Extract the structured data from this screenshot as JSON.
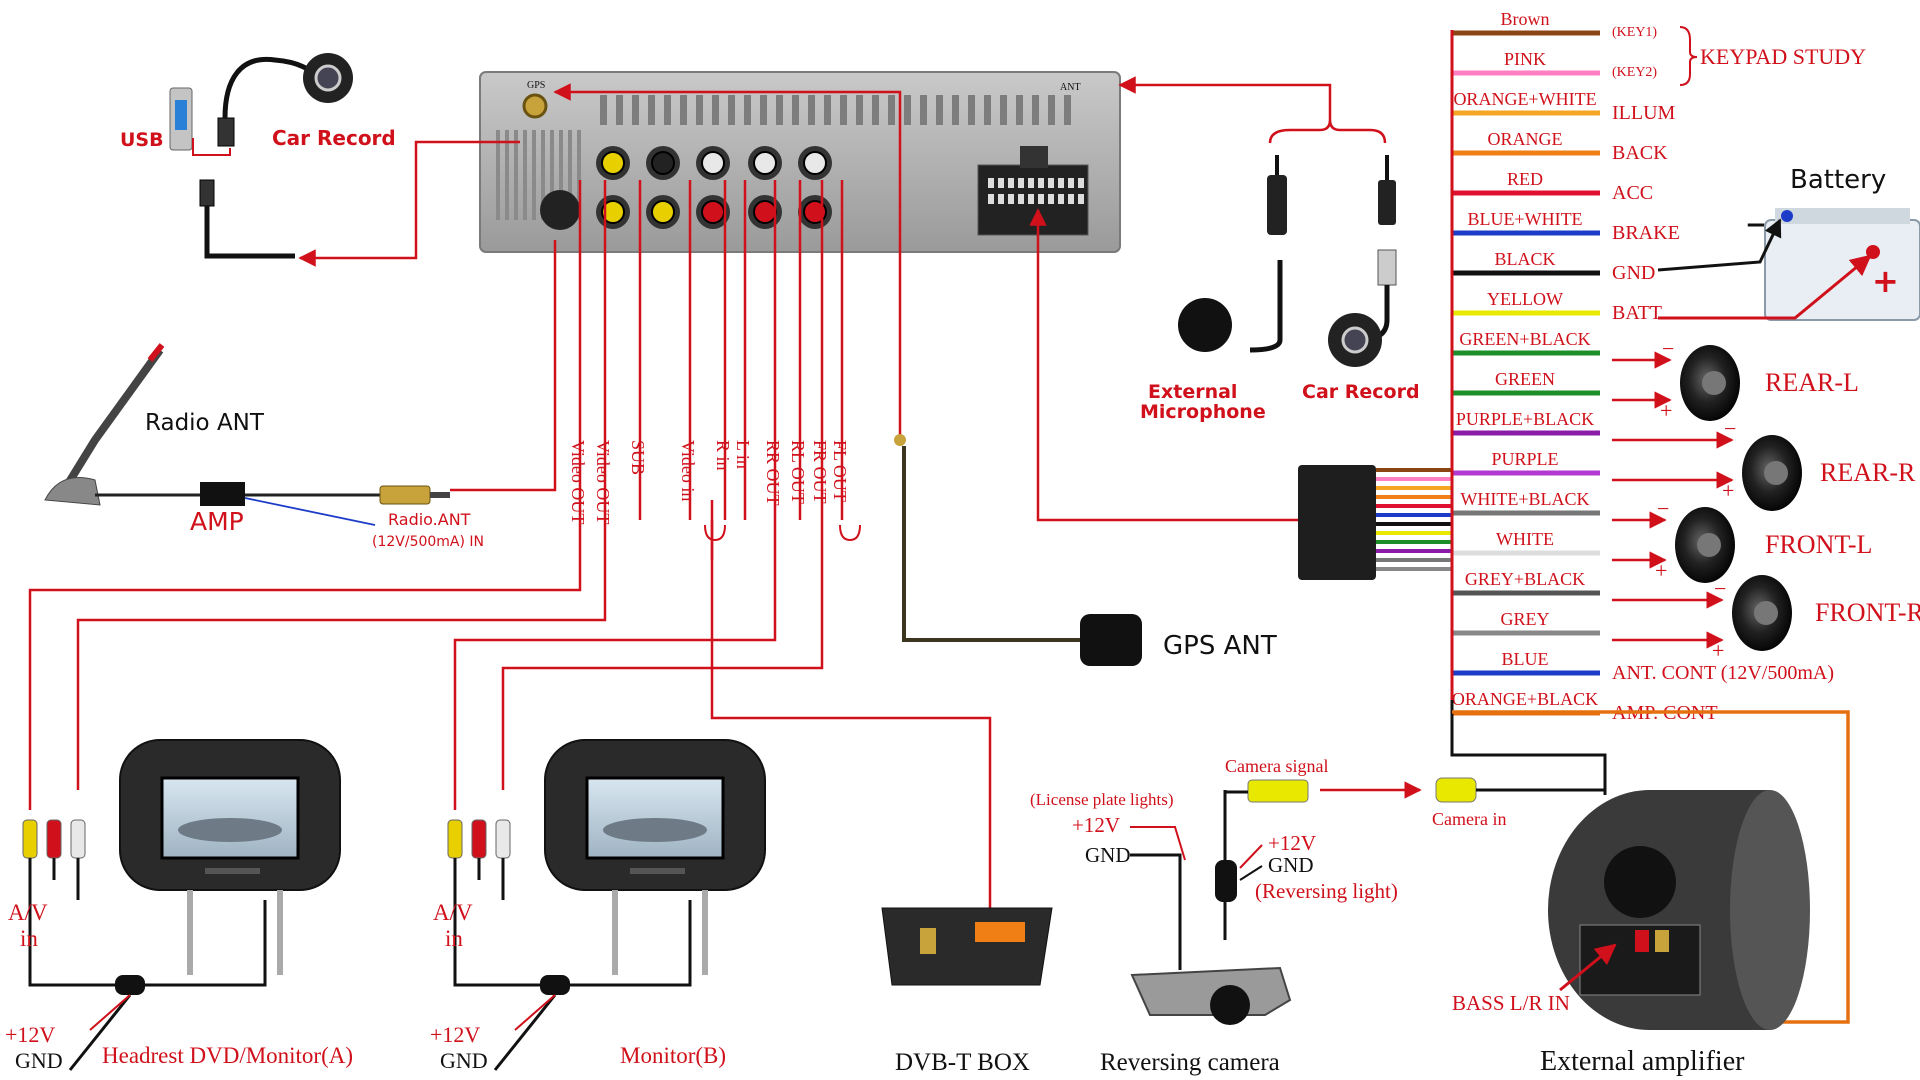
{
  "colors": {
    "accent_red": "#d0101a",
    "orange": "#e5700f",
    "black": "#111111"
  },
  "head_unit": {
    "label_gps": "GPS",
    "label_ant": "ANT",
    "rca_labels": [
      "Video OUT",
      "Video OUT",
      "SUB",
      "Video in",
      "R in",
      "L in",
      "RR OUT",
      "RL OUT",
      "FR OUT",
      "FL OUT"
    ]
  },
  "top_left": {
    "usb": "USB",
    "car_record": "Car Record"
  },
  "radio": {
    "radio_ant": "Radio ANT",
    "amp": "AMP",
    "radio_ant_in": "Radio.ANT",
    "radio_ant_in_spec": "(12V/500mA) IN"
  },
  "gps": {
    "label": "GPS ANT"
  },
  "mic": {
    "external_line1": "External",
    "external_line2": "Microphone",
    "car_record": "Car Record"
  },
  "harness": {
    "wires": [
      {
        "name": "Brown",
        "color": "#8b4513",
        "function": "(KEY1)"
      },
      {
        "name": "PINK",
        "color": "#ff7fc0",
        "function": "(KEY2)"
      },
      {
        "name": "ORANGE+WHITE",
        "color": "#f4a623",
        "function": "ILLUM"
      },
      {
        "name": "ORANGE",
        "color": "#f07f16",
        "function": "BACK"
      },
      {
        "name": "RED",
        "color": "#e01030",
        "function": "ACC"
      },
      {
        "name": "BLUE+WHITE",
        "color": "#1c3cc8",
        "function": "BRAKE"
      },
      {
        "name": "BLACK",
        "color": "#111111",
        "function": "GND"
      },
      {
        "name": "YELLOW",
        "color": "#e8e800",
        "function": "BATT"
      },
      {
        "name": "GREEN+BLACK",
        "color": "#1c8f2a",
        "function": ""
      },
      {
        "name": "GREEN",
        "color": "#1c8f2a",
        "function": ""
      },
      {
        "name": "PURPLE+BLACK",
        "color": "#8a1ca8",
        "function": ""
      },
      {
        "name": "PURPLE",
        "color": "#b13ad0",
        "function": ""
      },
      {
        "name": "WHITE+BLACK",
        "color": "#777777",
        "function": ""
      },
      {
        "name": "WHITE",
        "color": "#dddddd",
        "function": ""
      },
      {
        "name": "GREY+BLACK",
        "color": "#555555",
        "function": ""
      },
      {
        "name": "GREY",
        "color": "#888888",
        "function": ""
      },
      {
        "name": "BLUE",
        "color": "#1c3cc8",
        "function": "ANT. CONT (12V/500mA)"
      },
      {
        "name": "ORANGE+BLACK",
        "color": "#e5700f",
        "function": "AMP. CONT"
      }
    ],
    "keypad_study": "KEYPAD STUDY",
    "battery": "Battery",
    "minus": "−",
    "plus": "+",
    "speakers": [
      "REAR-L",
      "REAR-R",
      "FRONT-L",
      "FRONT-R"
    ]
  },
  "monitors": {
    "av_in_a": "A/V",
    "av_in_b": "in",
    "plus12": "+12V",
    "gnd": "GND",
    "label_a": "Headrest DVD/Monitor(A)",
    "label_b": "Monitor(B)"
  },
  "dvbt": {
    "label": "DVB-T  BOX"
  },
  "camera": {
    "license_plate": "(License plate lights)",
    "plus12": "+12V",
    "gnd": "GND",
    "camera_signal": "Camera signal",
    "plus12_b": "+12V",
    "gnd_b": "GND",
    "reversing_light": "(Reversing light)",
    "label": "Reversing  camera",
    "camera_in": "Camera in"
  },
  "amplifier": {
    "bass_in": "BASS L/R IN",
    "label": "External  amplifier"
  }
}
